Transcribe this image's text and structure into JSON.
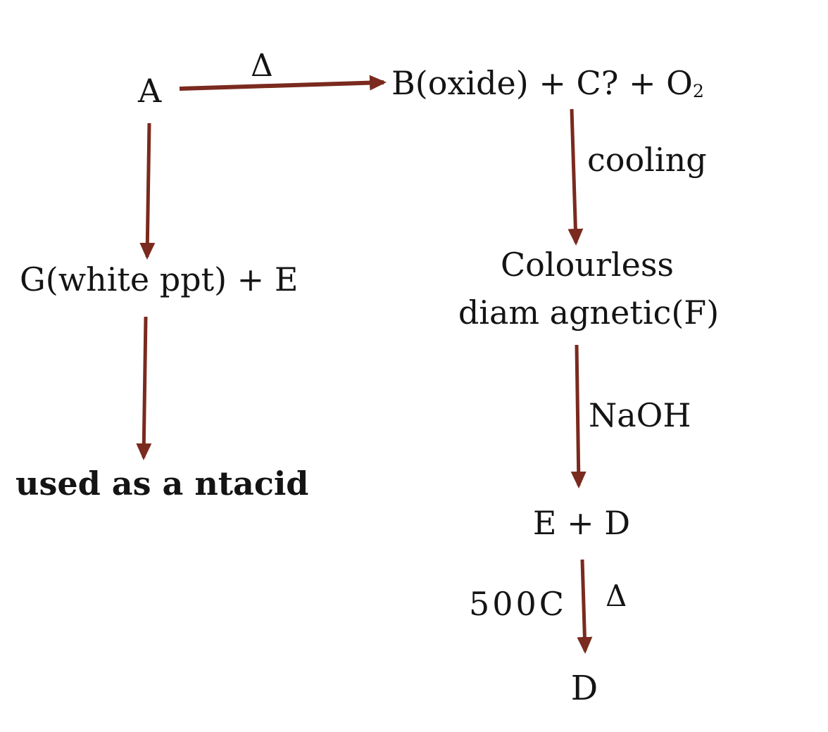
{
  "nodes": {
    "a": "A",
    "b_products": "B(oxide) + C? + O",
    "b_products_sub": "2",
    "f_line1": "Colourless",
    "f_line2": "diam agnetic(F)",
    "e_plus_d": "E + D",
    "d": "D",
    "g_plus_e": "G(white ppt) + E",
    "antacid": "used as a ntacid"
  },
  "edges": {
    "a_to_b": "Δ",
    "b_to_f": "cooling",
    "f_to_ed": "NaOH",
    "ed_to_d_left": "500C",
    "ed_to_d_right": "Δ"
  },
  "colors": {
    "arrow": "#7a2a1e",
    "text": "#141414"
  }
}
